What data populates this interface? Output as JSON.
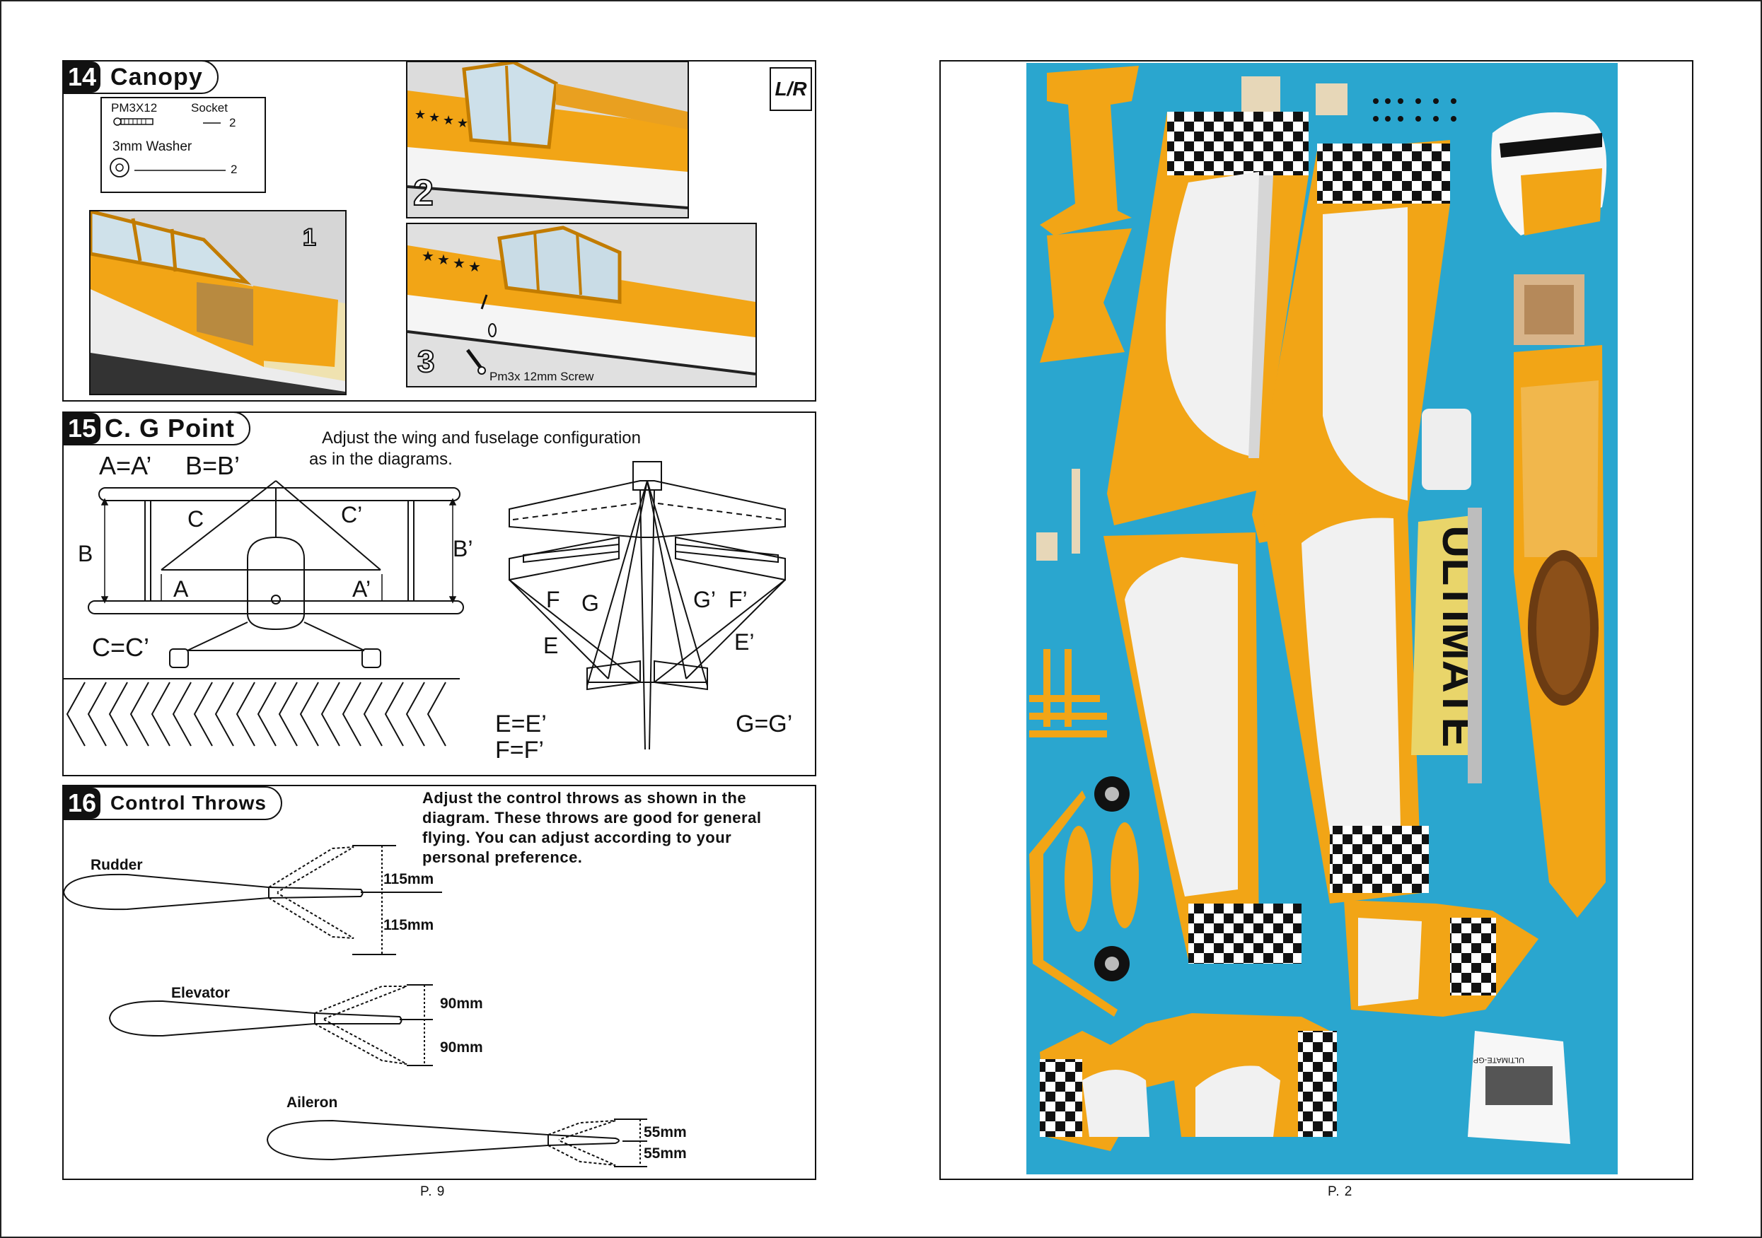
{
  "left_page": {
    "page_number": "P. 9",
    "section14": {
      "number": "14",
      "title": "Canopy",
      "lr_badge": "L/R",
      "parts": {
        "screw": "PM3X12",
        "socket_label": "Socket",
        "socket_qty": "2",
        "washer": "3mm Washer",
        "washer_qty": "2"
      },
      "steps": [
        "1",
        "2",
        "3"
      ],
      "screw_label": "Pm3x 12mm Screw"
    },
    "section15": {
      "number": "15",
      "title": "C. G Point",
      "instruction_line1": "Adjust the wing and fuselage configuration",
      "instruction_line2": "as in the diagrams.",
      "eq_a": "A=A’",
      "eq_b": "B=B’",
      "eq_c": "C=C’",
      "eq_e": "E=E’",
      "eq_f": "F=F’",
      "eq_g": "G=G’",
      "labels": {
        "a": "A",
        "a2": "A’",
        "b": "B",
        "b2": "B’",
        "c": "C",
        "c2": "C’",
        "e": "E",
        "e2": "E’",
        "f": "F",
        "f2": "F’",
        "g": "G",
        "g2": "G’"
      }
    },
    "section16": {
      "number": "16",
      "title": "Control Throws",
      "instruction": [
        "Adjust the control throws as shown in the",
        "diagram.  These throws are good for general",
        "flying.  You can adjust according to your",
        "personal preference."
      ],
      "surfaces": [
        {
          "name": "Rudder",
          "up": "115mm",
          "down": "115mm"
        },
        {
          "name": "Elevator",
          "up": "90mm",
          "down": "90mm"
        },
        {
          "name": "Aileron",
          "up": "55mm",
          "down": "55mm"
        }
      ]
    }
  },
  "right_page": {
    "page_number": "P. 2",
    "photo_banner": "ULTIMATE",
    "manual_cover": "ULTIMATE-GP"
  },
  "colors": {
    "yellow": "#f2a516",
    "blue_background": "#2aa6cf",
    "white_film": "#f1f1f1",
    "black": "#111111"
  }
}
